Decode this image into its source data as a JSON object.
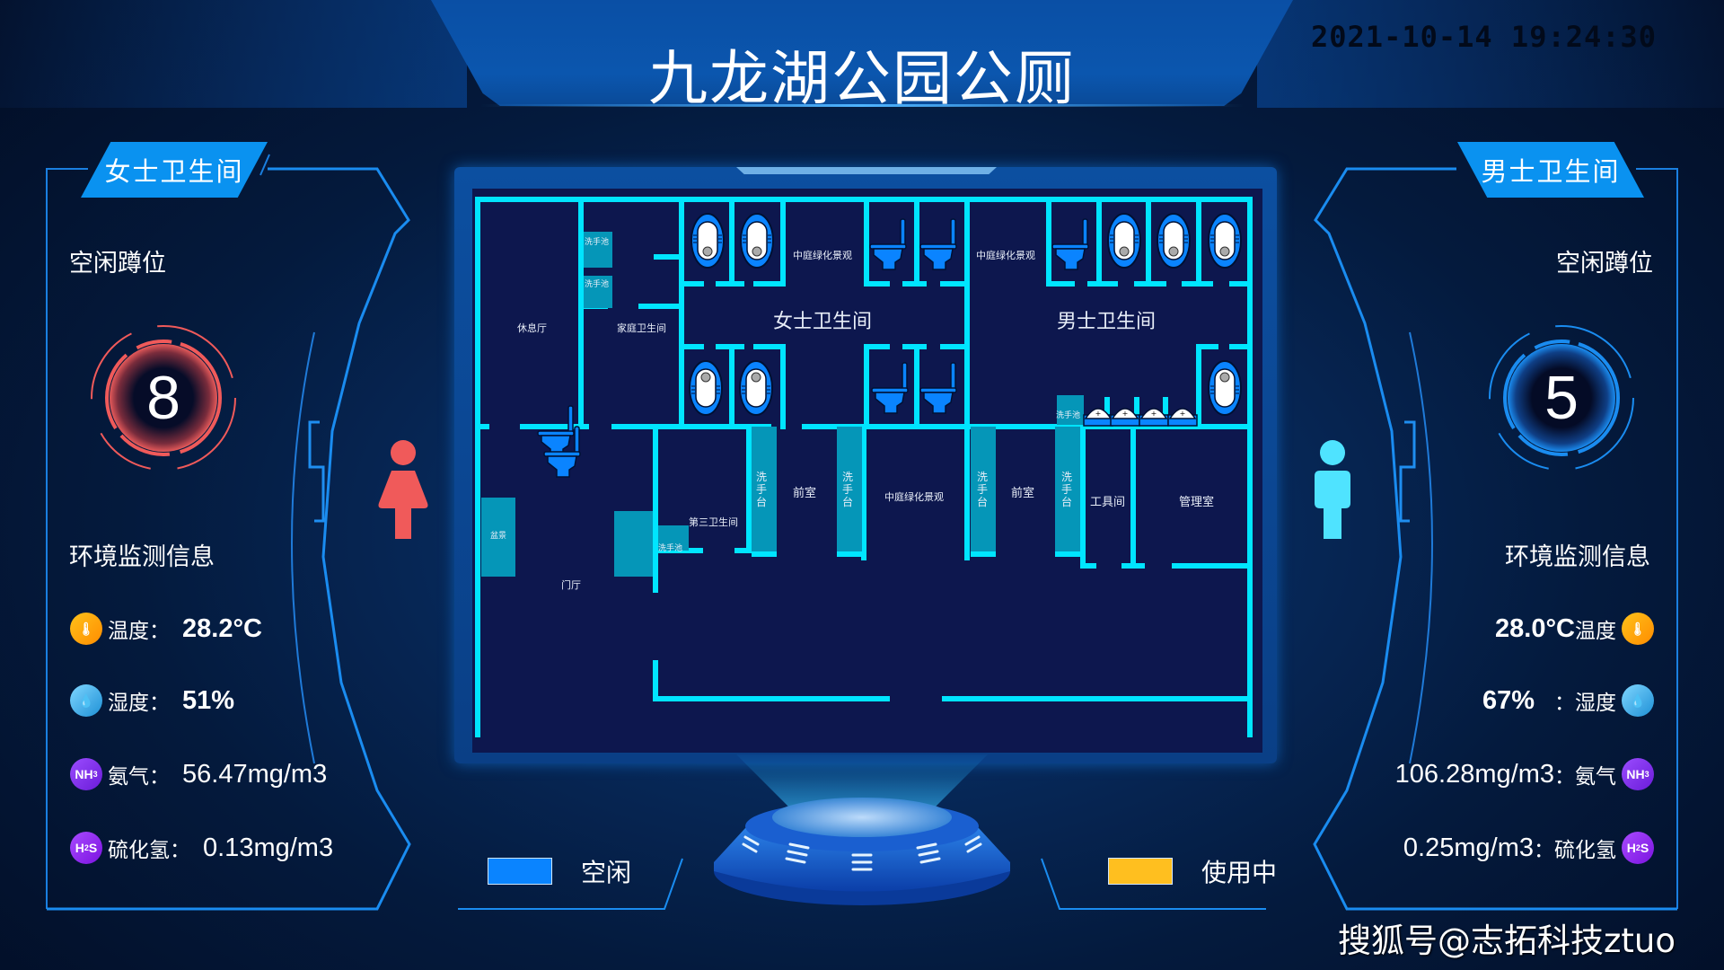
{
  "header": {
    "title": "九龙湖公园公厕",
    "datetime": "2021-10-14  19:24:30"
  },
  "colors": {
    "female_accent": "#f05a5a",
    "male_accent": "#4fe3ff",
    "tag_bg": "#0a92f0",
    "wall": "#00e5ff",
    "floor": "#0d174e",
    "sink": "#0596b8",
    "free": "#0a84ff",
    "occupied": "#ffbf1f"
  },
  "left_panel": {
    "tag": "女士卫生间",
    "free_label": "空闲蹲位",
    "free_count": "8",
    "env_title": "环境监测信息",
    "env": [
      {
        "icon": "thermometer-icon",
        "key": "温度：",
        "value": "28.2°C"
      },
      {
        "icon": "humidity-icon",
        "key": "湿度：",
        "value": "51%"
      },
      {
        "icon": "nh3-icon",
        "icon_text": "NH",
        "icon_sub": "3",
        "key": "氨气：",
        "value": "56.47mg/m3"
      },
      {
        "icon": "h2s-icon",
        "icon_text": "H",
        "icon_sub": "2",
        "icon_tail": "S",
        "key": "硫化氢：",
        "value": "0.13mg/m3"
      }
    ]
  },
  "right_panel": {
    "tag": "男士卫生间",
    "free_label": "空闲蹲位",
    "free_count": "5",
    "env_title": "环境监测信息",
    "env": [
      {
        "icon": "thermometer-icon",
        "key": "温度",
        "value": "28.0°C"
      },
      {
        "icon": "humidity-icon",
        "key": "：湿度",
        "value": "67%"
      },
      {
        "icon": "nh3-icon",
        "icon_text": "NH",
        "icon_sub": "3",
        "key": "：氨气",
        "value": "106.28mg/m3"
      },
      {
        "icon": "h2s-icon",
        "icon_text": "H",
        "icon_sub": "2",
        "icon_tail": "S",
        "key": "：硫化氢",
        "value": "0.25mg/m3"
      }
    ]
  },
  "floor_plan": {
    "rooms": {
      "lounge": "休息厅",
      "family_restroom": "家庭卫生间",
      "sink_1": "洗手池",
      "sink_2": "洗手池",
      "women_title": "女士卫生间",
      "men_title": "男士卫生间",
      "courtyard_women": "中庭绿化景观",
      "courtyard_men": "中庭绿化景观",
      "courtyard_center": "中庭绿化景观",
      "bonsai": "盆景",
      "lobby": "门厅",
      "third_restroom": "第三卫生间",
      "sink_third": "洗手池",
      "washstand_1": "洗手台",
      "washstand_2": "洗手台",
      "washstand_3": "洗手台",
      "washstand_4": "洗手台",
      "anteroom_women": "前室",
      "anteroom_men": "前室",
      "tool_room": "工具间",
      "management_room": "管理室",
      "men_sink": "洗手池"
    }
  },
  "legend": {
    "free_label": "空闲",
    "occupied_label": "使用中"
  },
  "watermark": "搜狐号@志拓科技ztuo"
}
